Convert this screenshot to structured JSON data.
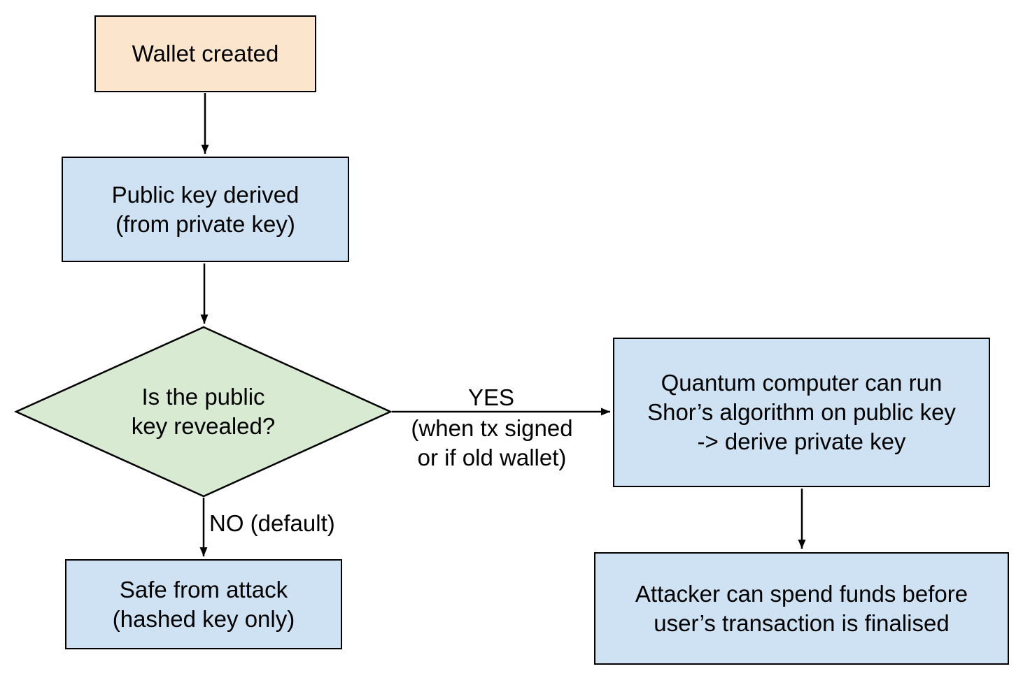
{
  "flowchart": {
    "nodes": {
      "wallet_created": {
        "label": "Wallet created",
        "shape": "rectangle",
        "fill": "#fce5cd"
      },
      "public_key_derived": {
        "label": "Public key derived\n(from private key)",
        "shape": "rectangle",
        "fill": "#cfe2f3"
      },
      "public_key_revealed": {
        "label": "Is the public\nkey revealed?",
        "shape": "decision-diamond",
        "fill": "#d9ead3"
      },
      "quantum_attack": {
        "label": "Quantum computer can run\nShor’s algorithm on public key\n-> derive private key",
        "shape": "rectangle",
        "fill": "#cfe2f3"
      },
      "safe_from_attack": {
        "label": "Safe from attack\n(hashed key only)",
        "shape": "rectangle",
        "fill": "#cfe2f3"
      },
      "attacker_spends": {
        "label": "Attacker can spend funds before\nuser’s transaction is finalised",
        "shape": "rectangle",
        "fill": "#cfe2f3"
      }
    },
    "edge_labels": {
      "yes": "YES",
      "yes_note": "(when tx signed\nor if old wallet)",
      "no": "NO (default)"
    },
    "colors": {
      "peach_fill": "#fce5cd",
      "blue_fill": "#cfe2f3",
      "green_fill": "#d9ead3",
      "border": "#000000",
      "arrow": "#000000",
      "text": "#000000",
      "background": "#ffffff"
    }
  }
}
